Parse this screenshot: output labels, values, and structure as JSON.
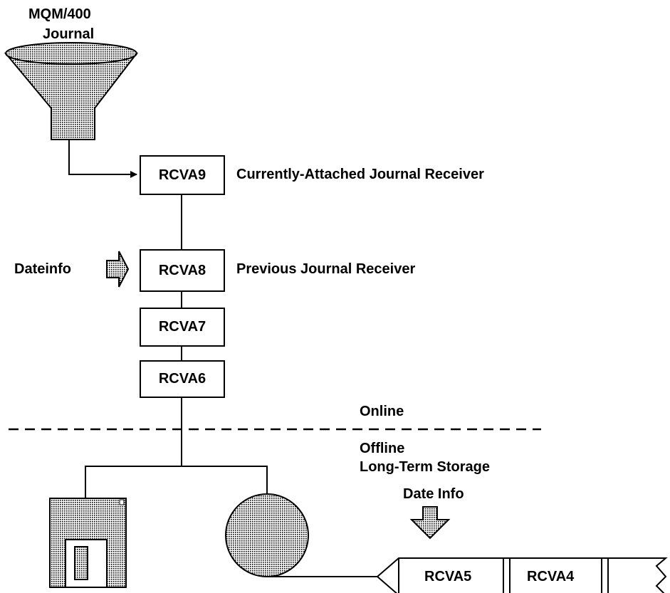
{
  "journal": {
    "line1": "MQM/400",
    "line2": "Journal"
  },
  "receivers": {
    "r9": "RCVA9",
    "r8": "RCVA8",
    "r7": "RCVA7",
    "r6": "RCVA6",
    "r5": "RCVA5",
    "r4": "RCVA4"
  },
  "labels": {
    "current": "Currently-Attached Journal Receiver",
    "previous": "Previous Journal Receiver",
    "dateinfo_left": "Dateinfo",
    "online": "Online",
    "offline": "Offline",
    "longterm": "Long-Term Storage",
    "dateinfo_tape": "Date Info"
  },
  "colors": {
    "ink": "#000000",
    "shade": "#bdbdbd",
    "bg": "#ffffff"
  }
}
